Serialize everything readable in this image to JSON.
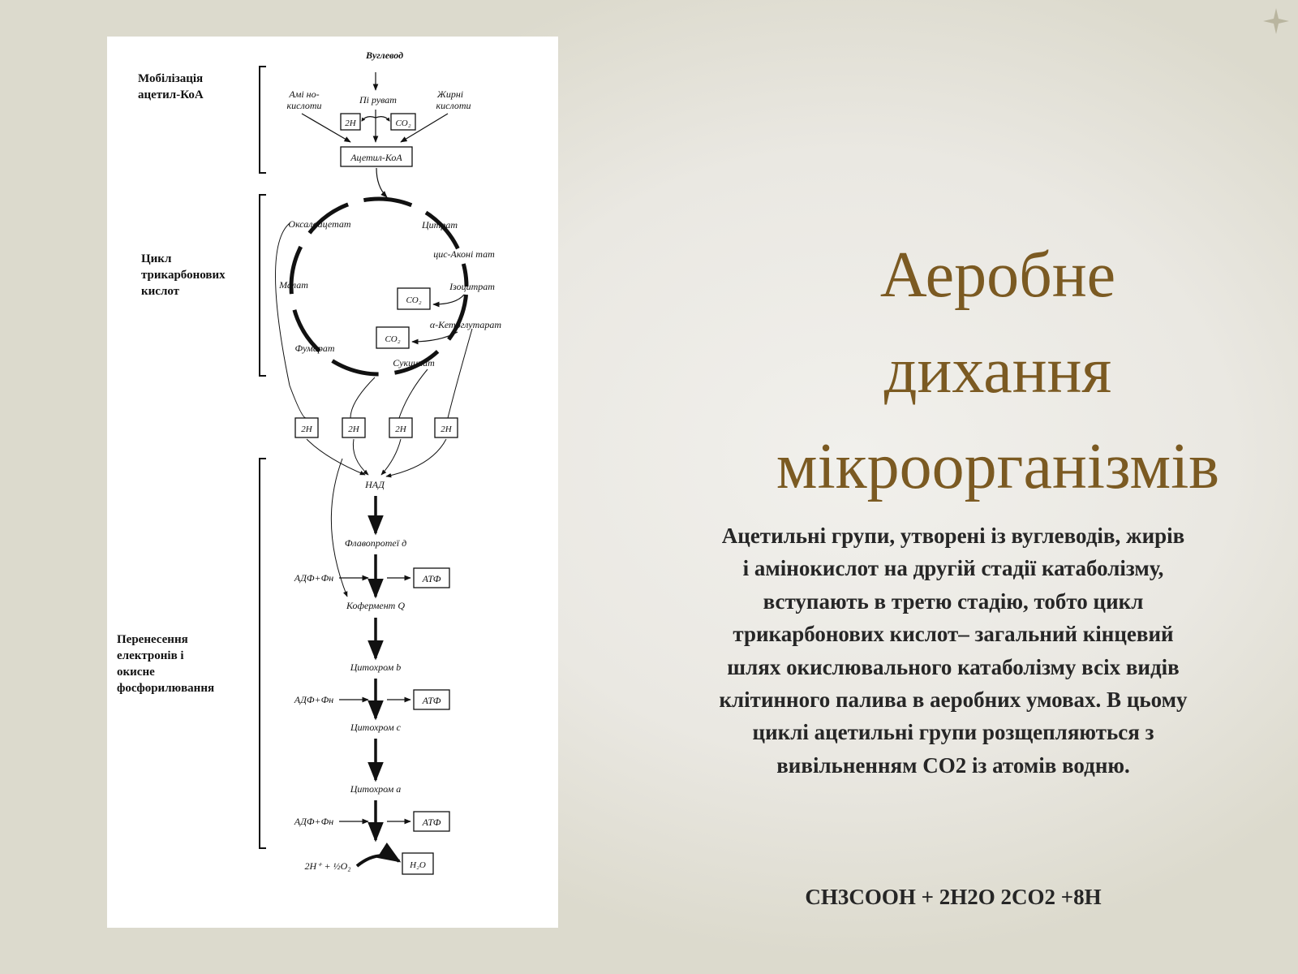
{
  "slide": {
    "title_lines": [
      "Аеробне",
      "дихання",
      "мікроорганізмів"
    ],
    "body": "Ацетильні групи, утворені із вуглеводів, жирів і амінокислот на другій стадії катаболізму, вступають в третю стадію, тобто цикл трикарбонових кислот– загальний кінцевий шлях окислювального катаболізму всіх видів клітинного палива в аеробних умовах. В цьому циклі ацетильні групи розщепляються з вивільненням СО2 із атомів водню.",
    "formula": "CH3COOH + 2H2O 2CO2 +8H",
    "icon": "sparkle-icon",
    "colors": {
      "title": "#7b5a22",
      "text": "#262626",
      "background": "#e9e7e1"
    }
  },
  "diagram": {
    "sections": {
      "mobilization": "Мобілізація\nацетил-КоА",
      "tca": "Цикл\nтрикарбонових\nкислот",
      "transport": "Перенесення\nелектронів і\nокисне\nфосфорилювання"
    },
    "nodes": {
      "carb": "Вуглевод",
      "amino1": "Амі но-",
      "amino2": "кислоти",
      "pyruvate": "Пі руват",
      "fatty1": "Жирні",
      "fatty2": "кислоти",
      "h2": "2Н",
      "co2": "СО₂",
      "acetyl": "Ацетил-КоА",
      "oxaloacetate": "Оксалоацетат",
      "citrate": "Цитрат",
      "cisaconitate": "цис-Аконі тат",
      "isocitrate": "Ізоцитрат",
      "ketoglutarate": "α-Кетоглутарат",
      "succinate": "Сукцинат",
      "fumarate": "Фумарат",
      "malate": "Малат",
      "co2a": "СО₂",
      "co2b": "СО₂",
      "h2a": "2Н",
      "h2b": "2Н",
      "h2c": "2Н",
      "h2d": "2Н",
      "nad": "НАД",
      "flavo": "Флавопротеї д",
      "adp1": "АДФ+Фн",
      "atp1": "АТФ",
      "coq": "Кофермент Q",
      "cytb": "Цитохром b",
      "adp2": "АДФ+Фн",
      "atp2": "АТФ",
      "cytc": "Цитохром с",
      "cyta": "Цитохром а",
      "adp3": "АДФ+Фн",
      "atp3": "АТФ",
      "o2": "2Н⁺ + ½О₂",
      "h2o": "Н₂О"
    }
  }
}
